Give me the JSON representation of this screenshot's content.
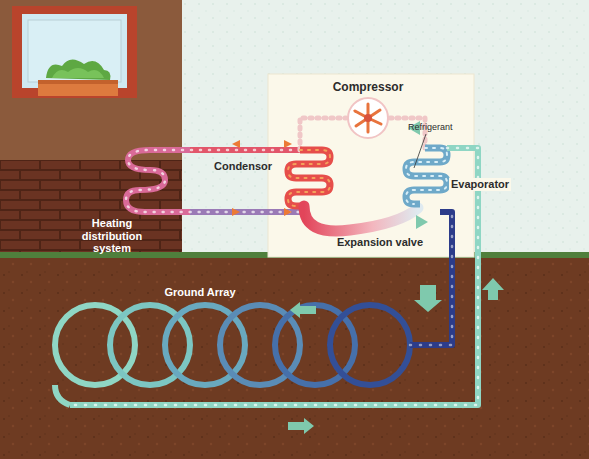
{
  "diagram": {
    "labels": [
      "Compressor",
      "Refrigerant",
      "Condensor",
      "Evaporator",
      "Heating distribution system",
      "Expansion valve",
      "Ground Array"
    ]
  }
}
